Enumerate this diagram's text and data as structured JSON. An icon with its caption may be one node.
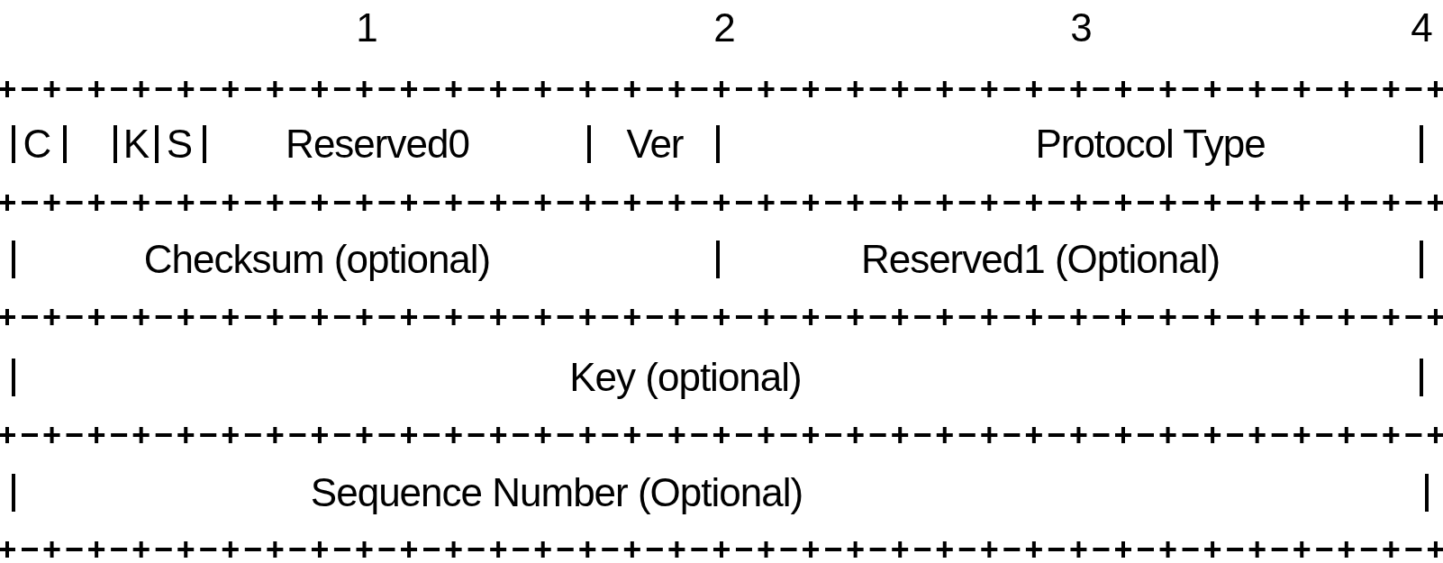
{
  "diagram": {
    "nodes": [
      {
        "text": [
          "C"
        ]
      },
      {
        "text": [
          "K"
        ]
      },
      {
        "text": [
          "S"
        ]
      },
      {
        "text": [
          "Reserved0"
        ]
      },
      {
        "text": [
          "Ver"
        ]
      },
      {
        "text": [
          "Protocol Type"
        ]
      },
      {
        "text": [
          "Checksum (optional)"
        ]
      },
      {
        "text": [
          "Reserved1 (Optional)"
        ]
      },
      {
        "text": [
          "Key (optional)"
        ]
      },
      {
        "text": [
          "Sequence Number (Optional)"
        ]
      }
    ],
    "labels": [
      "1",
      "2",
      "3",
      "4"
    ]
  }
}
